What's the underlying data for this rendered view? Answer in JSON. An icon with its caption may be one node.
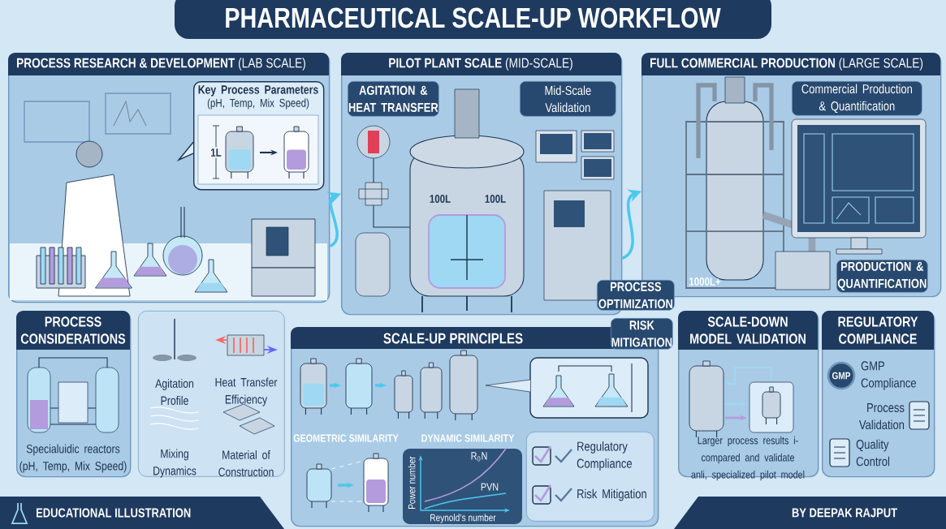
{
  "diagram": {
    "title": "PHARMACEUTICAL SCALE-UP WORKFLOW",
    "nodes": [
      {
        "text": [
          "**PROCESS RESEARCH & DEVELOPMENT** (LAB SCALE)"
        ]
      },
      {
        "text": [
          "Key Process Parameters",
          "(pH, Temp, Mix Speed)"
        ],
        "in": 0
      },
      {
        "text": [
          "**PILOT PLANT SCALE** (MID-SCALE)"
        ]
      },
      {
        "text": [
          "AGITATION & HEAT TRANSFER"
        ],
        "in": 2
      },
      {
        "text": [
          "Mid-Scale Validation"
        ],
        "in": 2
      },
      {
        "text": [
          "**FULL COMMERCIAL PRODUCTION** (LARGE SCALE)"
        ]
      },
      {
        "text": [
          "Commercial Production & Quantification"
        ],
        "in": 5
      },
      {
        "text": [
          "PRODUCTION & QUANTIFICATION"
        ],
        "in": 5
      },
      {
        "text": [
          "PROCESS OPTIMIZATION"
        ]
      },
      {
        "text": [
          "RISK MITIGATION"
        ]
      },
      {
        "text": [
          "PROCESS CONSIDERATIONS",
          "Specialuidic reactors (pH, Temp, Mix Speed)"
        ]
      },
      {
        "text": [
          "Agitation Profile",
          "Heat Transfer Efficiency",
          "Mixing Dynamics",
          "Material of Construction"
        ]
      },
      {
        "text": [
          "SCALE-UP PRINCIPLES",
          "GEOMETRIC SIMILARITY",
          "DYNAMIC SIMILARITY"
        ]
      },
      {
        "text": [
          "Regulatory Compliance",
          "Risk Mitigation"
        ],
        "in": 12
      },
      {
        "text": [
          "SCALE-DOWN MODEL VALIDATION",
          "Larger process results i- compared and validate anli, specialized pilot model"
        ]
      },
      {
        "text": [
          "REGULATORY COMPLIANCE",
          "GMP Compliance",
          "Process Validation",
          "Quality Control"
        ]
      }
    ],
    "edges": [
      {
        "from": 0,
        "to": 2,
        "arrow": "to"
      },
      {
        "from": 2,
        "to": 5,
        "arrow": "to"
      }
    ],
    "labels": [
      "1L",
      "100L",
      "100L",
      "1000L+",
      "R$_{0}$N",
      "PVN",
      "Power number",
      "Reynold's number",
      "GMP",
      "EDUCATIONAL ILLUSTRATION",
      "BY DEEPAK RAJPUT"
    ]
  }
}
